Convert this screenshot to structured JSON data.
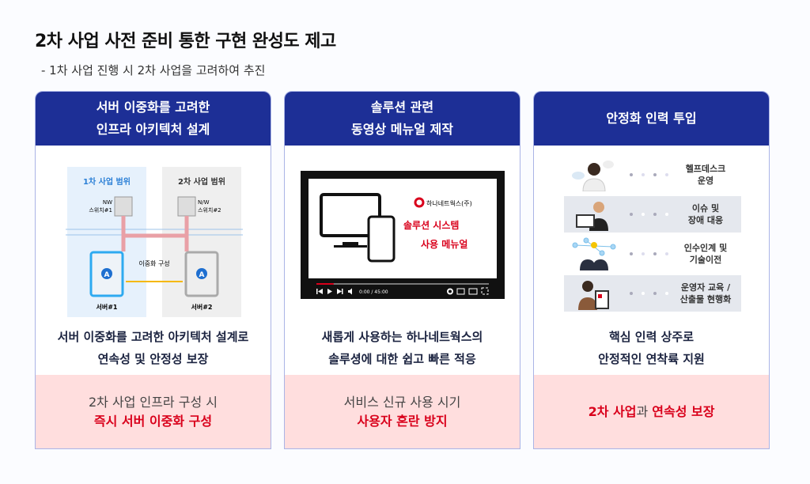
{
  "title": "2차 사업 사전 준비 통한 구현 완성도 제고",
  "subtitle": "- 1차 사업 진행 시 2차 사업을 고려하여 추진",
  "cards": [
    {
      "head": [
        "서버 이중화를 고려한",
        "인프라 아키텍처 설계"
      ],
      "diagram": {
        "scope1": "1차 사업 범위",
        "scope2": "2차 사업 범위",
        "sw1": [
          "NW",
          "스위치#1"
        ],
        "sw2": [
          "N/W",
          "스위치#2"
        ],
        "link": "이중화 구성",
        "server1": "서버#1",
        "server2": "서버#2",
        "badge": "A"
      },
      "desc": [
        "서버 이중화를 고려한 아키텍처 설계로",
        "연속성 및 안정성 보장"
      ],
      "foot_normal": "2차 사업 인프라 구성 시",
      "foot_red": "즉시 서버 이중화 구성"
    },
    {
      "head": [
        "솔루션 관련",
        "동영상 메뉴얼 제작"
      ],
      "video": {
        "brand": "하나네트웍스(주)",
        "line1": "솔루션 시스템",
        "line2": "사용 메뉴얼",
        "time": "0:00 / 45:00",
        "progress": 0.1
      },
      "desc": [
        "새롭게 사용하는 하나네트웍스의",
        "솔루셩에 대한 쉽고 빠른 적응"
      ],
      "foot_normal": "서비스 신규 사용 시기",
      "foot_red": "사용자 혼란 방지"
    },
    {
      "head": [
        "안정화 인력 투입"
      ],
      "rows": [
        [
          "헬프데스크",
          "운영"
        ],
        [
          "이슈 및",
          "장애 대응"
        ],
        [
          "인수인계 및",
          "기술이전"
        ],
        [
          "운영자 교육 /",
          "산출물 현행화"
        ]
      ],
      "desc": [
        "핵심 인력 상주로",
        "안정적인 연착륙 지원"
      ],
      "foot_red1": "2차 사업",
      "foot_mid": "과 ",
      "foot_red2": "연속성 보장"
    }
  ]
}
